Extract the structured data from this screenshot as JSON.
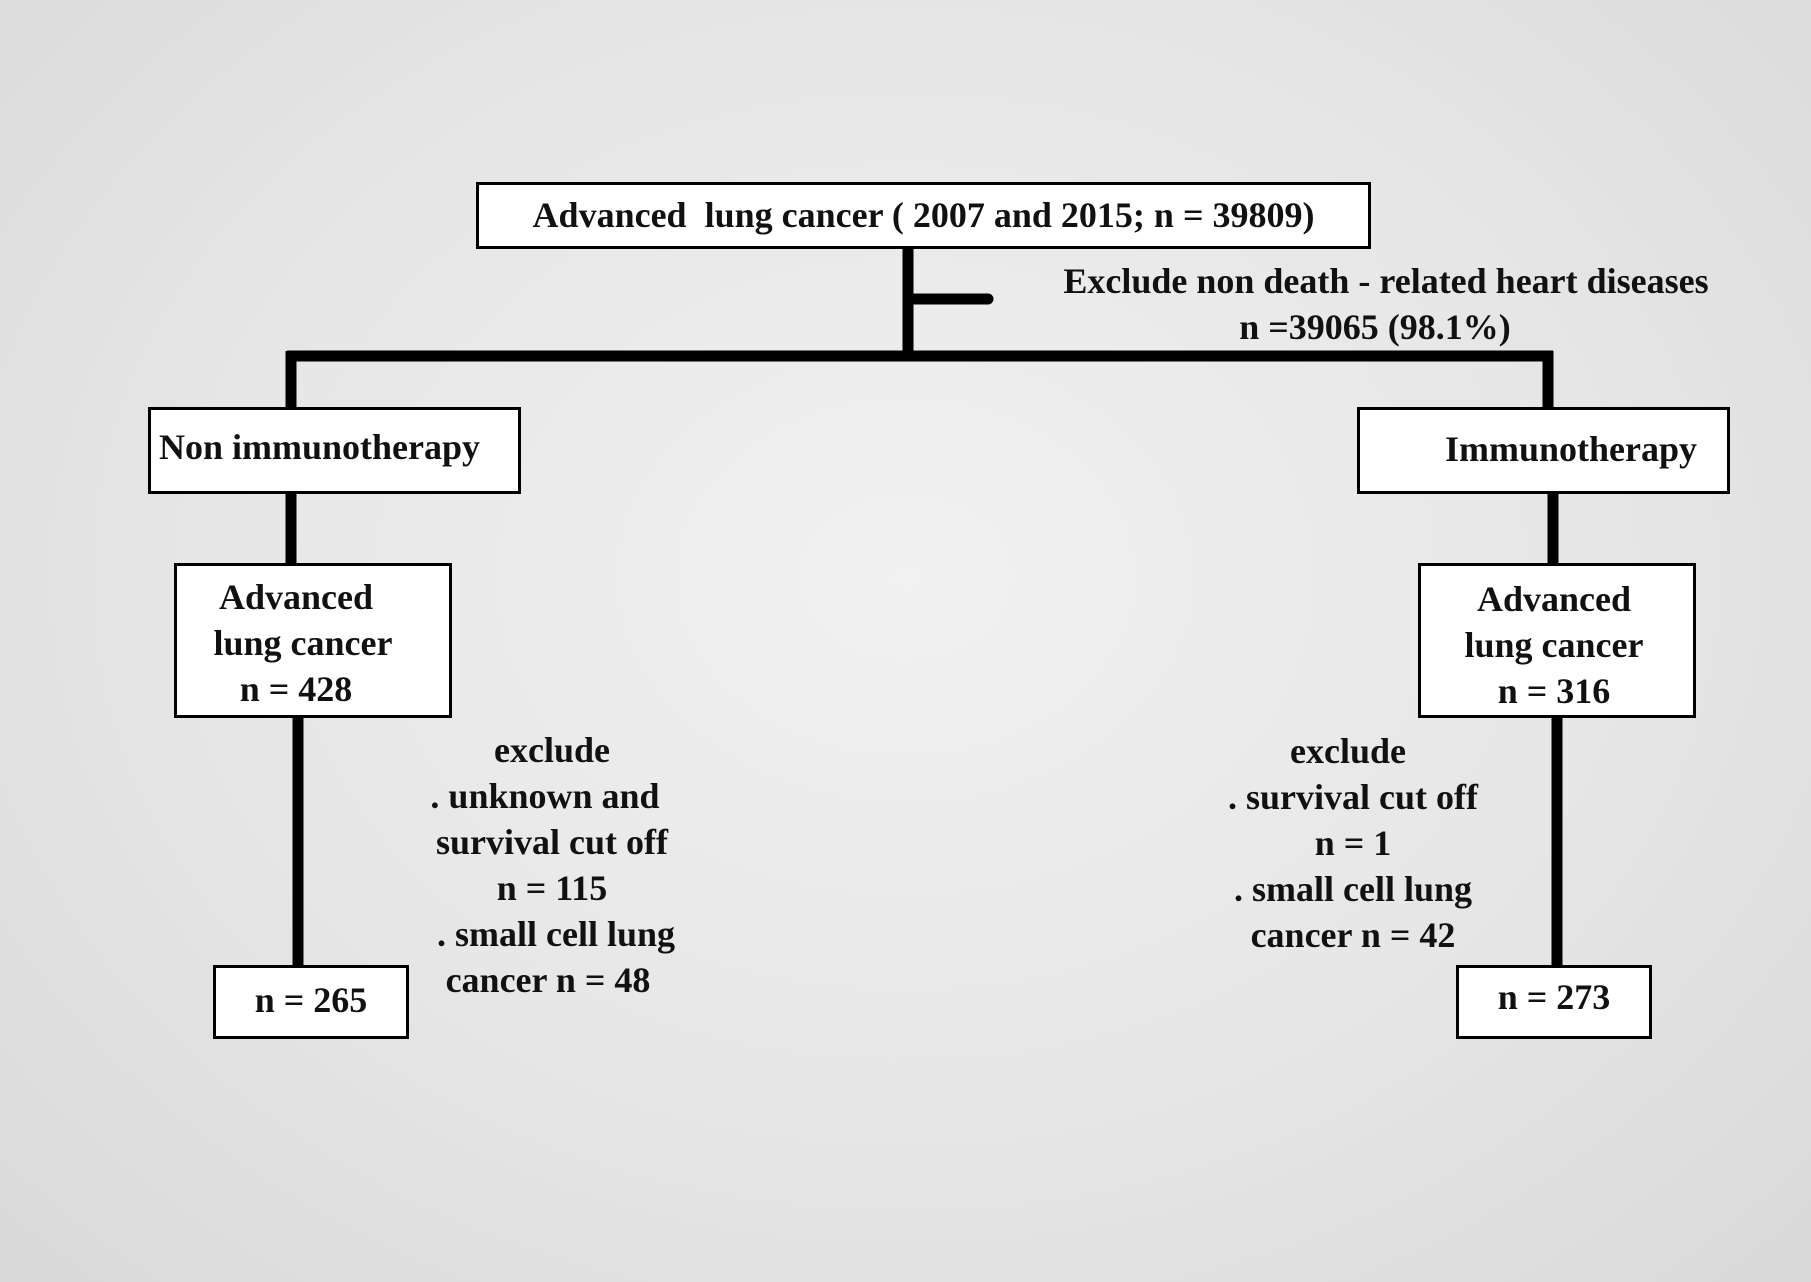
{
  "root": {
    "label": "Advanced  lung cancer ( 2007 and 2015; n = 39809)"
  },
  "top_exclusion": {
    "line1": "Exclude non death - related heart diseases",
    "line2": "n =39065 (98.1%)"
  },
  "left_branch": {
    "group_label": "Non immunotherapy",
    "cohort": {
      "line1": "Advanced",
      "line2": "lung cancer",
      "line3": "n = 428"
    },
    "exclusion": {
      "line1": "exclude",
      "line2": ". unknown and",
      "line3": "survival cut off",
      "line4": "n = 115",
      "line5": ". small cell lung",
      "line6": "cancer n = 48"
    },
    "final": "n = 265"
  },
  "right_branch": {
    "group_label": "Immunotherapy",
    "cohort": {
      "line1": "Advanced",
      "line2": "lung cancer",
      "line3": "n = 316"
    },
    "exclusion": {
      "line1": "exclude",
      "line2": ". survival cut off",
      "line3": "n = 1",
      "line4": ". small cell lung",
      "line5": "cancer n = 42"
    },
    "final": "n = 273"
  }
}
